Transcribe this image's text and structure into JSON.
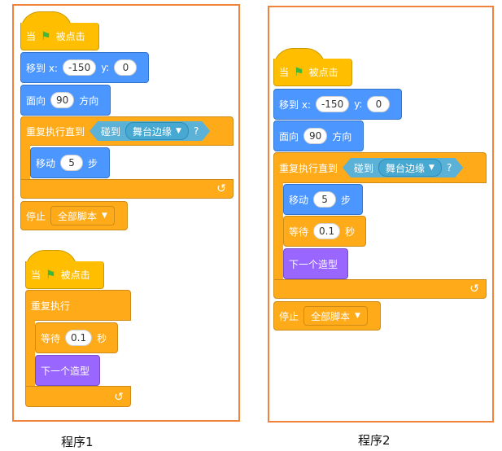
{
  "captions": {
    "left": "程序1",
    "right": "程序2"
  },
  "labels": {
    "when": "当",
    "clicked": "被点击",
    "goto": "移到 x:",
    "y": "y:",
    "point": "面向",
    "direction": "方向",
    "repeat_until": "重复执行直到",
    "touching": "碰到",
    "edge": "舞台边缘",
    "question": "?",
    "move": "移动",
    "steps": "步",
    "stop": "停止",
    "all_scripts": "全部脚本",
    "forever": "重复执行",
    "wait": "等待",
    "seconds": "秒",
    "next_costume": "下一个造型"
  },
  "values": {
    "x": "-150",
    "y": "0",
    "dir": "90",
    "steps": "5",
    "wait": "0.1"
  },
  "icons": {
    "flag": "green-flag-icon",
    "dropdown": "dropdown-arrow-icon",
    "loop": "loop-arrow-icon"
  },
  "colors": {
    "events": "#ffbf00",
    "motion": "#4c97ff",
    "control": "#ffab19",
    "looks": "#9966ff",
    "sensing": "#5cb1d6",
    "border": "#f0823c"
  }
}
